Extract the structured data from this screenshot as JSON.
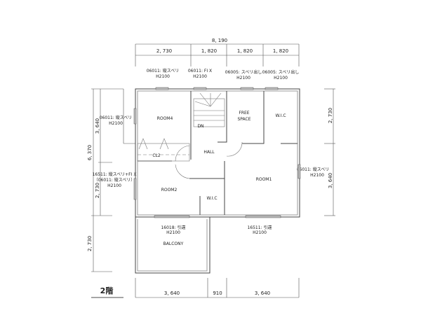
{
  "floor_label": "2階",
  "dimensions": {
    "top_total": "8, 190",
    "top_segments": [
      "2, 730",
      "1, 820",
      "1, 820",
      "1, 820"
    ],
    "left_total": "6, 370",
    "left_segments": [
      "3, 640",
      "2, 730"
    ],
    "left_balcony": "2, 730",
    "right_segments": [
      "2, 730",
      "3, 640"
    ],
    "bottom_segments": [
      "3, 640",
      "910",
      "3, 640"
    ]
  },
  "rooms": {
    "room4": "ROOM4",
    "room2": "ROOM2",
    "room1": "ROOM1",
    "hall": "HALL",
    "free_space": [
      "FREE",
      "SPACE"
    ],
    "wic_top": "W.I.C",
    "wic_bottom": "W.I.C",
    "balcony": "BALCONY",
    "closet": "CL2",
    "stairs_dn": "DN"
  },
  "windows": {
    "top1": [
      "06011: 縦スベリ",
      "H2100"
    ],
    "top2": [
      "06011: FI X",
      "H2100"
    ],
    "top3": [
      "06005: スベリ出し",
      "H2100"
    ],
    "top4": [
      "06005: スベリ出し",
      "H2100"
    ],
    "left1": [
      "06011: 縦スベリ",
      "H2100"
    ],
    "left2": [
      "16511: 縦スベリ+FI X",
      "（06011: 縦スベリ）",
      "H2100"
    ],
    "right1": [
      "06011: 縦スベリ",
      "H2100"
    ],
    "bottom1": [
      "16018: 引違",
      "H2100"
    ],
    "bottom2": [
      "16511: 引違",
      "H2100"
    ]
  }
}
